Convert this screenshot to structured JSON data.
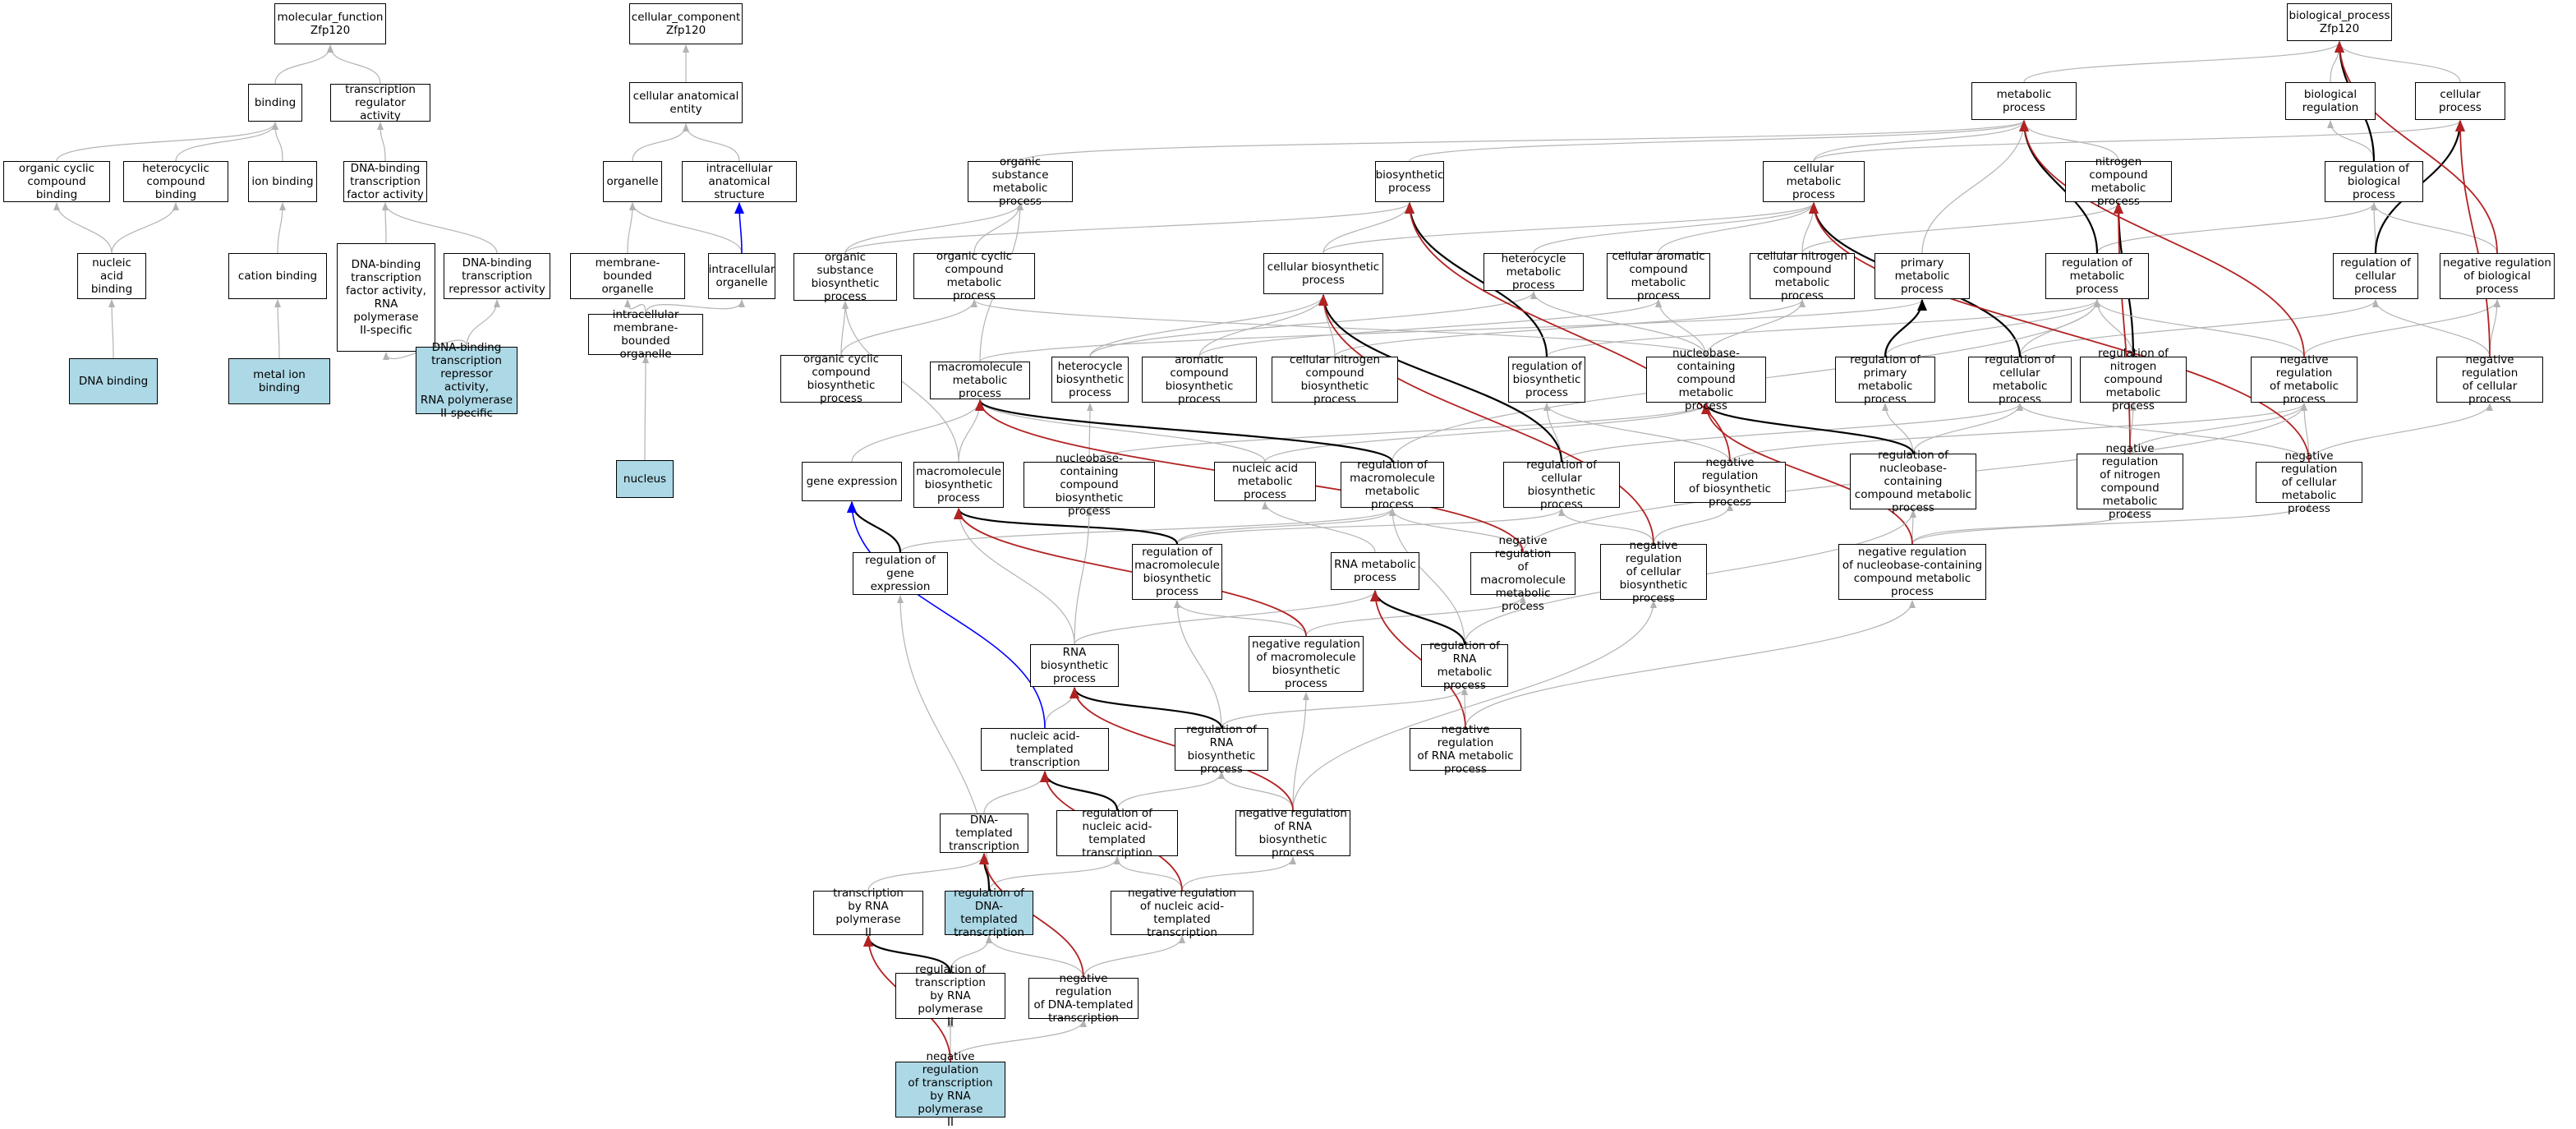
{
  "colors": {
    "is_a": "#b3b3b3",
    "part_of": "#b3b3b3",
    "regulates": "#000000",
    "negatively_regulates": "#b22222",
    "occurs_in": "#0000ff",
    "highlight": "#add8e6"
  },
  "nodes": [
    {
      "id": "mf",
      "label": "molecular_function\nZfp120"
    },
    {
      "id": "binding",
      "label": "binding"
    },
    {
      "id": "tra",
      "label": "transcription\nregulator activity"
    },
    {
      "id": "occb",
      "label": "organic cyclic\ncompound binding"
    },
    {
      "id": "hcb",
      "label": "heterocyclic\ncompound binding"
    },
    {
      "id": "ionb",
      "label": "ion binding"
    },
    {
      "id": "dbtf",
      "label": "DNA-binding\ntranscription\nfactor activity"
    },
    {
      "id": "nab",
      "label": "nucleic acid\nbinding"
    },
    {
      "id": "catb",
      "label": "cation binding"
    },
    {
      "id": "dbtfpol2",
      "label": "DNA-binding\ntranscription\nfactor activity,\nRNA polymerase\nII-specific"
    },
    {
      "id": "dbtr",
      "label": "DNA-binding\ntranscription\nrepressor activity"
    },
    {
      "id": "dnab",
      "label": "DNA binding",
      "highlight": true
    },
    {
      "id": "mib",
      "label": "metal ion binding",
      "highlight": true
    },
    {
      "id": "dbtrpol2",
      "label": "DNA-binding\ntranscription\nrepressor activity,\nRNA polymerase\nII-specific",
      "highlight": true
    },
    {
      "id": "cc",
      "label": "cellular_component\nZfp120"
    },
    {
      "id": "cae",
      "label": "cellular anatomical\nentity"
    },
    {
      "id": "organelle",
      "label": "organelle"
    },
    {
      "id": "ias",
      "label": "intracellular\nanatomical structure"
    },
    {
      "id": "mbo",
      "label": "membrane-bounded\norganelle"
    },
    {
      "id": "io",
      "label": "intracellular\norganelle"
    },
    {
      "id": "imbo",
      "label": "intracellular\nmembrane-bounded\norganelle"
    },
    {
      "id": "nucleus",
      "label": "nucleus",
      "highlight": true
    },
    {
      "id": "bp",
      "label": "biological_process\nZfp120"
    },
    {
      "id": "metproc",
      "label": "metabolic process"
    },
    {
      "id": "bioreg",
      "label": "biological regulation"
    },
    {
      "id": "cellproc",
      "label": "cellular process"
    },
    {
      "id": "osmp",
      "label": "organic substance\nmetabolic process"
    },
    {
      "id": "biosyn",
      "label": "biosynthetic\nprocess"
    },
    {
      "id": "cmp",
      "label": "cellular metabolic\nprocess"
    },
    {
      "id": "ncmp",
      "label": "nitrogen compound\nmetabolic process"
    },
    {
      "id": "regbp",
      "label": "regulation of\nbiological process"
    },
    {
      "id": "osbp",
      "label": "organic substance\nbiosynthetic\nprocess"
    },
    {
      "id": "occbp",
      "label": "organic cyclic\ncompound metabolic\nprocess"
    },
    {
      "id": "cbp",
      "label": "cellular biosynthetic\nprocess"
    },
    {
      "id": "hmp",
      "label": "heterocycle\nmetabolic process"
    },
    {
      "id": "cacmp",
      "label": "cellular aromatic\ncompound metabolic\nprocess"
    },
    {
      "id": "cncmp",
      "label": "cellular nitrogen\ncompound metabolic\nprocess"
    },
    {
      "id": "pmp",
      "label": "primary metabolic\nprocess"
    },
    {
      "id": "regmp",
      "label": "regulation of\nmetabolic process"
    },
    {
      "id": "regcp",
      "label": "regulation of\ncellular process"
    },
    {
      "id": "nregbp",
      "label": "negative regulation\nof biological\nprocess"
    },
    {
      "id": "occbsp",
      "label": "organic cyclic\ncompound biosynthetic\nprocess"
    },
    {
      "id": "mmp",
      "label": "macromolecule\nmetabolic process"
    },
    {
      "id": "hbp",
      "label": "heterocycle\nbiosynthetic\nprocess"
    },
    {
      "id": "acbp",
      "label": "aromatic compound\nbiosynthetic\nprocess"
    },
    {
      "id": "cncbp",
      "label": "cellular nitrogen\ncompound biosynthetic\nprocess"
    },
    {
      "id": "regbsp",
      "label": "regulation of\nbiosynthetic\nprocess"
    },
    {
      "id": "nbcmp",
      "label": "nucleobase-containing\ncompound metabolic\nprocess"
    },
    {
      "id": "regpmp",
      "label": "regulation of\nprimary metabolic\nprocess"
    },
    {
      "id": "regcmp",
      "label": "regulation of\ncellular metabolic\nprocess"
    },
    {
      "id": "regncmp",
      "label": "regulation of\nnitrogen compound\nmetabolic process"
    },
    {
      "id": "nregmp",
      "label": "negative regulation\nof metabolic\nprocess"
    },
    {
      "id": "nregcp",
      "label": "negative regulation\nof cellular\nprocess"
    },
    {
      "id": "geneexp",
      "label": "gene expression"
    },
    {
      "id": "mbsp",
      "label": "macromolecule\nbiosynthetic\nprocess"
    },
    {
      "id": "nbcbp",
      "label": "nucleobase-containing\ncompound biosynthetic\nprocess"
    },
    {
      "id": "nampmp",
      "label": "nucleic acid\nmetabolic process"
    },
    {
      "id": "regmmp",
      "label": "regulation of\nmacromolecule\nmetabolic process"
    },
    {
      "id": "regcbp",
      "label": "regulation of\ncellular biosynthetic\nprocess"
    },
    {
      "id": "nregbsp",
      "label": "negative regulation\nof biosynthetic\nprocess"
    },
    {
      "id": "regnbcmp",
      "label": "regulation of\nnucleobase-containing\ncompound metabolic\nprocess"
    },
    {
      "id": "nregncmp",
      "label": "negative regulation\nof nitrogen\ncompound metabolic\nprocess"
    },
    {
      "id": "nregcmp",
      "label": "negative regulation\nof cellular\nmetabolic process"
    },
    {
      "id": "reggeneexp",
      "label": "regulation of\ngene expression"
    },
    {
      "id": "regmbsp",
      "label": "regulation of\nmacromolecule\nbiosynthetic\nprocess"
    },
    {
      "id": "rnamp",
      "label": "RNA metabolic\nprocess"
    },
    {
      "id": "nregmmp",
      "label": "negative regulation\nof macromolecule\nmetabolic process"
    },
    {
      "id": "nregcbp",
      "label": "negative regulation\nof cellular\nbiosynthetic\nprocess"
    },
    {
      "id": "nregnbcmp",
      "label": "negative regulation\nof nucleobase-containing\ncompound metabolic\nprocess"
    },
    {
      "id": "rnabp",
      "label": "RNA biosynthetic\nprocess"
    },
    {
      "id": "nregmbsp",
      "label": "negative regulation\nof macromolecule\nbiosynthetic\nprocess"
    },
    {
      "id": "regrnamp",
      "label": "regulation of\nRNA metabolic\nprocess"
    },
    {
      "id": "natt",
      "label": "nucleic acid-templated\ntranscription"
    },
    {
      "id": "regrnabp",
      "label": "regulation of\nRNA biosynthetic\nprocess"
    },
    {
      "id": "nregrnamp",
      "label": "negative regulation\nof RNA metabolic\nprocess"
    },
    {
      "id": "dtt",
      "label": "DNA-templated\ntranscription"
    },
    {
      "id": "regnatt",
      "label": "regulation of\nnucleic acid-templated\ntranscription"
    },
    {
      "id": "nregrnabp",
      "label": "negative regulation\nof RNA biosynthetic\nprocess"
    },
    {
      "id": "tpol2",
      "label": "transcription\nby RNA polymerase\nII"
    },
    {
      "id": "regdtt",
      "label": "regulation of\nDNA-templated\ntranscription",
      "highlight": true
    },
    {
      "id": "nregnatt",
      "label": "negative regulation\nof nucleic acid-templated\ntranscription"
    },
    {
      "id": "regtpol2",
      "label": "regulation of\ntranscription\nby RNA polymerase\nII"
    },
    {
      "id": "nregdtt",
      "label": "negative regulation\nof DNA-templated\ntranscription"
    },
    {
      "id": "nregtpol2",
      "label": "negative regulation\nof transcription\nby RNA polymerase\nII",
      "highlight": true
    }
  ],
  "edges": [
    [
      "binding",
      "mf",
      "is_a"
    ],
    [
      "tra",
      "mf",
      "is_a"
    ],
    [
      "occb",
      "binding",
      "is_a"
    ],
    [
      "hcb",
      "binding",
      "is_a"
    ],
    [
      "ionb",
      "binding",
      "is_a"
    ],
    [
      "dbtf",
      "tra",
      "is_a"
    ],
    [
      "nab",
      "occb",
      "is_a"
    ],
    [
      "nab",
      "hcb",
      "is_a"
    ],
    [
      "catb",
      "ionb",
      "is_a"
    ],
    [
      "dbtfpol2",
      "dbtf",
      "is_a"
    ],
    [
      "dbtr",
      "dbtf",
      "is_a"
    ],
    [
      "dnab",
      "nab",
      "is_a"
    ],
    [
      "mib",
      "catb",
      "is_a"
    ],
    [
      "dbtrpol2",
      "dbtfpol2",
      "is_a"
    ],
    [
      "dbtrpol2",
      "dbtr",
      "is_a"
    ],
    [
      "cae",
      "cc",
      "is_a"
    ],
    [
      "organelle",
      "cae",
      "is_a"
    ],
    [
      "ias",
      "cae",
      "is_a"
    ],
    [
      "mbo",
      "organelle",
      "is_a"
    ],
    [
      "io",
      "organelle",
      "is_a"
    ],
    [
      "io",
      "ias",
      "occurs_in"
    ],
    [
      "imbo",
      "mbo",
      "is_a"
    ],
    [
      "imbo",
      "io",
      "is_a"
    ],
    [
      "nucleus",
      "imbo",
      "is_a"
    ],
    [
      "metproc",
      "bp",
      "is_a"
    ],
    [
      "bioreg",
      "bp",
      "is_a"
    ],
    [
      "cellproc",
      "bp",
      "is_a"
    ],
    [
      "osmp",
      "metproc",
      "is_a"
    ],
    [
      "biosyn",
      "metproc",
      "is_a"
    ],
    [
      "cmp",
      "metproc",
      "is_a"
    ],
    [
      "ncmp",
      "metproc",
      "is_a"
    ],
    [
      "cmp",
      "cellproc",
      "is_a"
    ],
    [
      "regbp",
      "bioreg",
      "is_a"
    ],
    [
      "regbp",
      "bp",
      "regulates"
    ],
    [
      "osbp",
      "osmp",
      "is_a"
    ],
    [
      "osbp",
      "biosyn",
      "is_a"
    ],
    [
      "occbp",
      "osmp",
      "is_a"
    ],
    [
      "cbp",
      "biosyn",
      "is_a"
    ],
    [
      "cbp",
      "cmp",
      "is_a"
    ],
    [
      "hmp",
      "cmp",
      "is_a"
    ],
    [
      "cacmp",
      "cmp",
      "is_a"
    ],
    [
      "cncmp",
      "cmp",
      "is_a"
    ],
    [
      "cncmp",
      "ncmp",
      "is_a"
    ],
    [
      "pmp",
      "metproc",
      "is_a"
    ],
    [
      "regmp",
      "regbp",
      "is_a"
    ],
    [
      "regmp",
      "metproc",
      "regulates"
    ],
    [
      "regcp",
      "regbp",
      "is_a"
    ],
    [
      "regcp",
      "cellproc",
      "regulates"
    ],
    [
      "nregbp",
      "regbp",
      "is_a"
    ],
    [
      "nregbp",
      "bp",
      "negatively_regulates"
    ],
    [
      "occbsp",
      "osbp",
      "is_a"
    ],
    [
      "occbsp",
      "occbp",
      "is_a"
    ],
    [
      "mmp",
      "osmp",
      "is_a"
    ],
    [
      "mmp",
      "pmp",
      "is_a"
    ],
    [
      "hbp",
      "cbp",
      "is_a"
    ],
    [
      "hbp",
      "hmp",
      "is_a"
    ],
    [
      "acbp",
      "cbp",
      "is_a"
    ],
    [
      "acbp",
      "cacmp",
      "is_a"
    ],
    [
      "cncbp",
      "cbp",
      "is_a"
    ],
    [
      "cncbp",
      "cncmp",
      "is_a"
    ],
    [
      "regbsp",
      "regmp",
      "is_a"
    ],
    [
      "regbsp",
      "biosyn",
      "regulates"
    ],
    [
      "nbcmp",
      "hmp",
      "is_a"
    ],
    [
      "nbcmp",
      "cacmp",
      "is_a"
    ],
    [
      "nbcmp",
      "cncmp",
      "is_a"
    ],
    [
      "nbcmp",
      "occbp",
      "is_a"
    ],
    [
      "regpmp",
      "regmp",
      "is_a"
    ],
    [
      "regpmp",
      "pmp",
      "regulates"
    ],
    [
      "regcmp",
      "regmp",
      "is_a"
    ],
    [
      "regcmp",
      "regcp",
      "is_a"
    ],
    [
      "regcmp",
      "cmp",
      "regulates"
    ],
    [
      "regncmp",
      "regmp",
      "is_a"
    ],
    [
      "regncmp",
      "ncmp",
      "regulates"
    ],
    [
      "nregmp",
      "regmp",
      "is_a"
    ],
    [
      "nregmp",
      "nregbp",
      "is_a"
    ],
    [
      "nregmp",
      "metproc",
      "negatively_regulates"
    ],
    [
      "nregcp",
      "regcp",
      "is_a"
    ],
    [
      "nregcp",
      "nregbp",
      "is_a"
    ],
    [
      "nregcp",
      "cellproc",
      "negatively_regulates"
    ],
    [
      "geneexp",
      "mmp",
      "is_a"
    ],
    [
      "mbsp",
      "mmp",
      "is_a"
    ],
    [
      "mbsp",
      "osbp",
      "is_a"
    ],
    [
      "nbcbp",
      "nbcmp",
      "is_a"
    ],
    [
      "nbcbp",
      "hbp",
      "is_a"
    ],
    [
      "nampmp",
      "mmp",
      "is_a"
    ],
    [
      "nampmp",
      "nbcmp",
      "is_a"
    ],
    [
      "regmmp",
      "regmp",
      "is_a"
    ],
    [
      "regmmp",
      "mmp",
      "regulates"
    ],
    [
      "regcbp",
      "regbsp",
      "is_a"
    ],
    [
      "regcbp",
      "regcmp",
      "is_a"
    ],
    [
      "regcbp",
      "cbp",
      "regulates"
    ],
    [
      "nregbsp",
      "regbsp",
      "is_a"
    ],
    [
      "nregbsp",
      "nregmp",
      "is_a"
    ],
    [
      "nregbsp",
      "biosyn",
      "negatively_regulates"
    ],
    [
      "regnbcmp",
      "regcmp",
      "is_a"
    ],
    [
      "regnbcmp",
      "regpmp",
      "is_a"
    ],
    [
      "regnbcmp",
      "nbcmp",
      "regulates"
    ],
    [
      "nregncmp",
      "regncmp",
      "is_a"
    ],
    [
      "nregncmp",
      "nregmp",
      "is_a"
    ],
    [
      "nregncmp",
      "ncmp",
      "negatively_regulates"
    ],
    [
      "nregcmp",
      "regcmp",
      "is_a"
    ],
    [
      "nregcmp",
      "nregmp",
      "is_a"
    ],
    [
      "nregcmp",
      "nregcp",
      "is_a"
    ],
    [
      "nregcmp",
      "cmp",
      "negatively_regulates"
    ],
    [
      "reggeneexp",
      "regmmp",
      "is_a"
    ],
    [
      "reggeneexp",
      "geneexp",
      "regulates"
    ],
    [
      "regmbsp",
      "regmmp",
      "is_a"
    ],
    [
      "regmbsp",
      "regcbp",
      "is_a"
    ],
    [
      "regmbsp",
      "mbsp",
      "regulates"
    ],
    [
      "rnamp",
      "nampmp",
      "is_a"
    ],
    [
      "nregmmp",
      "regmmp",
      "is_a"
    ],
    [
      "nregmmp",
      "nregmp",
      "is_a"
    ],
    [
      "nregmmp",
      "mmp",
      "negatively_regulates"
    ],
    [
      "nregcbp",
      "regcbp",
      "is_a"
    ],
    [
      "nregcbp",
      "nregbsp",
      "is_a"
    ],
    [
      "nregcbp",
      "cbp",
      "negatively_regulates"
    ],
    [
      "nregnbcmp",
      "regnbcmp",
      "is_a"
    ],
    [
      "nregnbcmp",
      "nregncmp",
      "is_a"
    ],
    [
      "nregnbcmp",
      "nregcmp",
      "is_a"
    ],
    [
      "nregnbcmp",
      "nbcmp",
      "negatively_regulates"
    ],
    [
      "rnabp",
      "mbsp",
      "is_a"
    ],
    [
      "rnabp",
      "rnamp",
      "is_a"
    ],
    [
      "rnabp",
      "nbcbp",
      "is_a"
    ],
    [
      "nregmbsp",
      "regmbsp",
      "is_a"
    ],
    [
      "nregmbsp",
      "nregmmp",
      "is_a"
    ],
    [
      "nregmbsp",
      "mbsp",
      "negatively_regulates"
    ],
    [
      "regrnamp",
      "regnbcmp",
      "is_a"
    ],
    [
      "regrnamp",
      "regmmp",
      "is_a"
    ],
    [
      "regrnamp",
      "rnamp",
      "regulates"
    ],
    [
      "natt",
      "rnabp",
      "is_a"
    ],
    [
      "natt",
      "geneexp",
      "occurs_in"
    ],
    [
      "regrnabp",
      "regrnamp",
      "is_a"
    ],
    [
      "regrnabp",
      "regmbsp",
      "is_a"
    ],
    [
      "regrnabp",
      "rnabp",
      "regulates"
    ],
    [
      "nregrnamp",
      "regrnamp",
      "is_a"
    ],
    [
      "nregrnamp",
      "nregnbcmp",
      "is_a"
    ],
    [
      "nregrnamp",
      "rnamp",
      "negatively_regulates"
    ],
    [
      "dtt",
      "natt",
      "is_a"
    ],
    [
      "regnatt",
      "regrnabp",
      "is_a"
    ],
    [
      "regnatt",
      "natt",
      "regulates"
    ],
    [
      "nregrnabp",
      "regrnabp",
      "is_a"
    ],
    [
      "nregrnabp",
      "nregmbsp",
      "is_a"
    ],
    [
      "nregrnabp",
      "nregcbp",
      "is_a"
    ],
    [
      "nregrnabp",
      "rnabp",
      "negatively_regulates"
    ],
    [
      "tpol2",
      "dtt",
      "is_a"
    ],
    [
      "regdtt",
      "regnatt",
      "is_a"
    ],
    [
      "regdtt",
      "reggeneexp",
      "is_a"
    ],
    [
      "regdtt",
      "dtt",
      "regulates"
    ],
    [
      "nregnatt",
      "regnatt",
      "is_a"
    ],
    [
      "nregnatt",
      "nregrnabp",
      "is_a"
    ],
    [
      "nregnatt",
      "natt",
      "negatively_regulates"
    ],
    [
      "regtpol2",
      "regdtt",
      "is_a"
    ],
    [
      "regtpol2",
      "tpol2",
      "regulates"
    ],
    [
      "nregdtt",
      "regdtt",
      "is_a"
    ],
    [
      "nregdtt",
      "nregnatt",
      "is_a"
    ],
    [
      "nregdtt",
      "dtt",
      "negatively_regulates"
    ],
    [
      "nregtpol2",
      "regtpol2",
      "is_a"
    ],
    [
      "nregtpol2",
      "nregdtt",
      "is_a"
    ],
    [
      "nregtpol2",
      "tpol2",
      "negatively_regulates"
    ]
  ]
}
